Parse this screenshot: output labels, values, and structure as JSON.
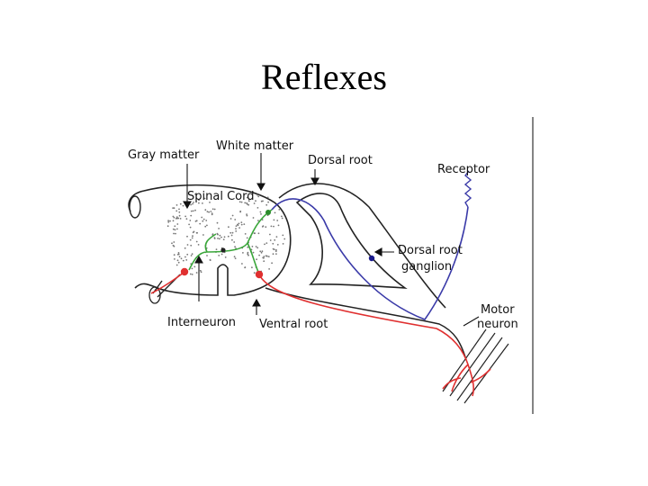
{
  "slide": {
    "title": "Reflexes"
  },
  "diagram": {
    "labels": {
      "gray_matter": "Gray matter",
      "white_matter": "White matter",
      "spinal_cord": "Spinal Cord",
      "dorsal_root": "Dorsal root",
      "receptor": "Receptor",
      "dorsal_root_ganglion_line1": "Dorsal root",
      "dorsal_root_ganglion_line2": "ganglion",
      "motor_neuron_line1": "Motor",
      "motor_neuron_line2": "neuron",
      "interneuron": "Interneuron",
      "ventral_root": "Ventral root"
    },
    "colors": {
      "sensory_neuron": "#3a3aa8",
      "motor_neuron": "#e03030",
      "interneuron": "#3aa63a",
      "outline": "#222222",
      "gray_matter_dots": "#777777"
    }
  }
}
